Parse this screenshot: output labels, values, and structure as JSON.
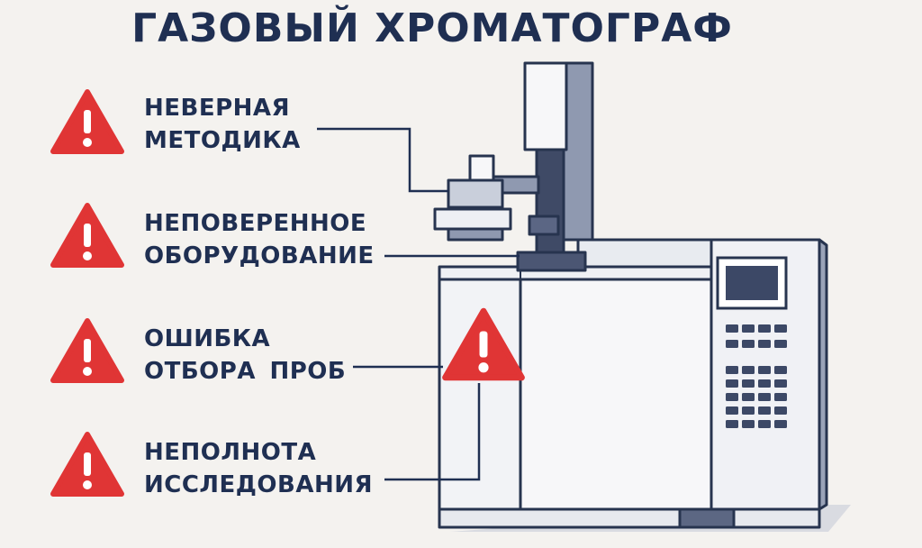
{
  "title": "ГАЗОВЫЙ ХРОМАТОГРАФ",
  "warnings": [
    {
      "lines": [
        "НЕВЕРНАЯ",
        "МЕТОДИКА"
      ]
    },
    {
      "lines": [
        "НЕПОВЕРЕННОЕ",
        "ОБОРУДОВАНИЕ"
      ]
    },
    {
      "lines": [
        "ОШИБКА",
        "ОТБОРА ПРОБ"
      ]
    },
    {
      "lines": [
        "НЕПОЛНОТА",
        "ИССЛЕДОВАНИЯ"
      ]
    }
  ],
  "icons": {
    "warning": "warning-triangle-icon"
  },
  "colors": {
    "navy": "#1f2f52",
    "warning_red": "#e03535",
    "panel_light": "#f7f7f9",
    "panel_blue_gray": "#d6dbe6",
    "outline": "#27344f",
    "background": "#f4f2ef"
  }
}
